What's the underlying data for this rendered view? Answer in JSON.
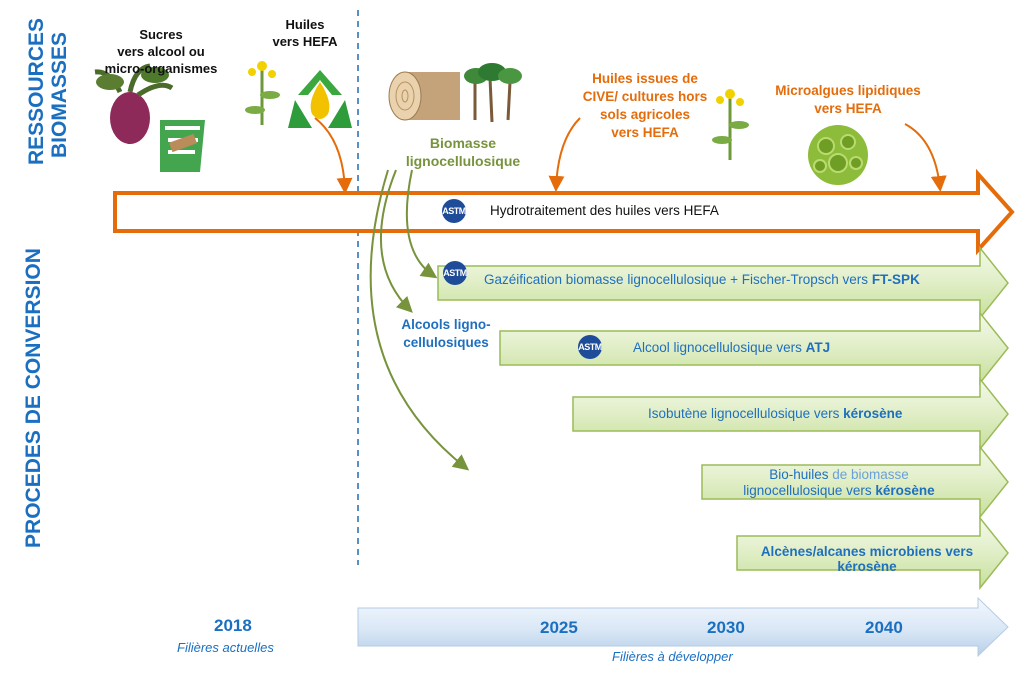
{
  "side_labels": {
    "resources_line1": "RESSOURCES",
    "resources_line2": "BIOMASSES",
    "processes": "PROCEDES DE CONVERSION"
  },
  "resources": {
    "sugars": [
      "Sucres",
      "vers alcool ou",
      "micro-organismes"
    ],
    "oils": [
      "Huiles",
      "vers HEFA"
    ],
    "lignocellulosic": [
      "Biomasse",
      "lignocellulosique"
    ],
    "cive": [
      "Huiles issues de",
      "CIVE/ cultures hors",
      "sols agricoles",
      "vers HEFA"
    ],
    "microalgae": [
      "Microalgues lipidiques",
      "vers HEFA"
    ],
    "alcohols": [
      "Alcools ligno-",
      "cellulosiques"
    ]
  },
  "astm_label": "ASTM",
  "processes": {
    "hefa": "Hydrotraitement des huiles vers HEFA",
    "ftspk_prefix": "Gazéification biomasse lignocellulosique + Fischer-Tropsch vers",
    "ftspk_bold": "FT-SPK",
    "atj_prefix": "Alcool lignocellulosique vers",
    "atj_bold": "ATJ",
    "isobutene_prefix": "Isobutène lignocellulosique vers",
    "isobutene_bold": "kérosène",
    "biooils_prefix": "Bio-huiles",
    "biooils_mid": " de biomasse",
    "biooils_line2": "lignocellulosique vers",
    "biooils_bold": "kérosène",
    "alkenes_line1": "Alcènes/alcanes microbiens vers",
    "alkenes_bold": "kérosène"
  },
  "timeline": {
    "years": [
      "2018",
      "2025",
      "2030",
      "2040"
    ],
    "current": "Filières actuelles",
    "future": "Filières à développer"
  },
  "colors": {
    "blue": "#1a6fc0",
    "orange": "#e46c0a",
    "green": "#77933c",
    "green_fill": "#e2efc8",
    "timeline_fill": "#dde9f6"
  }
}
